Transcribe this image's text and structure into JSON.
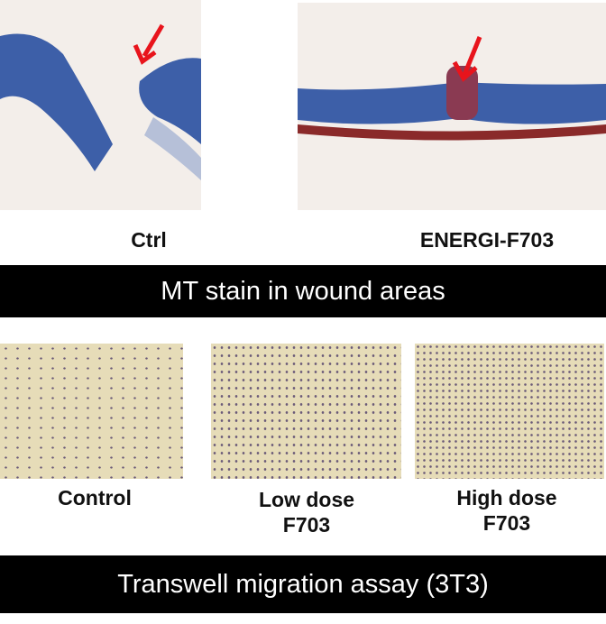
{
  "top_panel": {
    "images": [
      {
        "label": "Ctrl"
      },
      {
        "label": "ENERGI-F703"
      }
    ],
    "banner": "MT stain in wound areas"
  },
  "bottom_panel": {
    "images": [
      {
        "label_line1": "Control",
        "label_line2": ""
      },
      {
        "label_line1": "Low dose",
        "label_line2": "F703"
      },
      {
        "label_line1": "High dose",
        "label_line2": "F703"
      }
    ],
    "banner": "Transwell migration assay (3T3)"
  },
  "colors": {
    "arrow": "#e8141c",
    "tissue_blue": "#3d5fa8",
    "banner": "#000000"
  }
}
